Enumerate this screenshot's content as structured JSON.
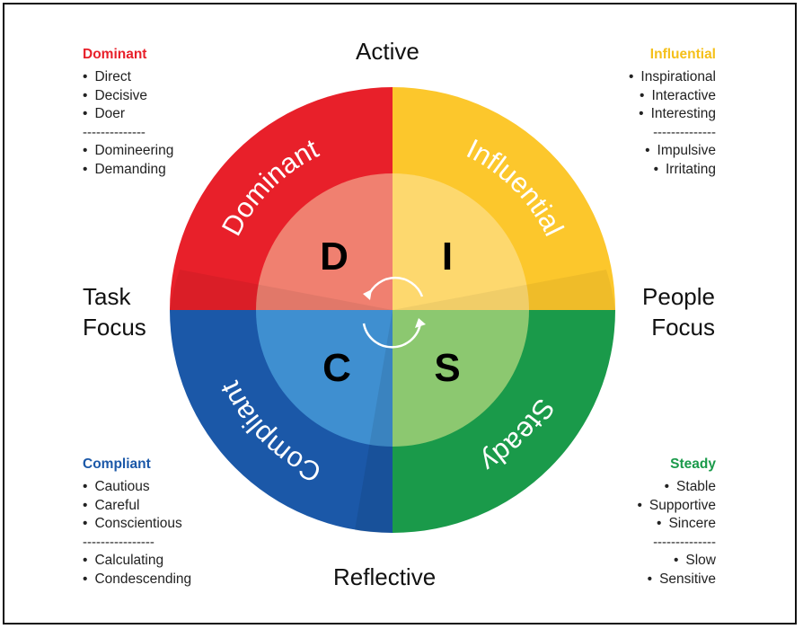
{
  "axes": {
    "top": "Active",
    "bottom": "Reflective",
    "left_line1": "Task",
    "left_line2": "Focus",
    "right_line1": "People",
    "right_line2": "Focus"
  },
  "quadrants": {
    "dominant": {
      "title": "Dominant",
      "letter": "D",
      "color": "#e8202a",
      "inner_color": "#f08070",
      "traits": [
        "Direct",
        "Decisive",
        "Doer"
      ],
      "weaknesses": [
        "Domineering",
        "Demanding"
      ],
      "separator": "--------------"
    },
    "influential": {
      "title": "Influential",
      "letter": "I",
      "color": "#fcc72c",
      "inner_color": "#fdd86e",
      "traits": [
        "Inspirational",
        "Interactive",
        "Interesting"
      ],
      "weaknesses": [
        "Impulsive",
        "Irritating"
      ],
      "separator": "--------------"
    },
    "steady": {
      "title": "Steady",
      "letter": "S",
      "color": "#1a9a4a",
      "inner_color": "#8cc870",
      "traits": [
        "Stable",
        "Supportive",
        "Sincere"
      ],
      "weaknesses": [
        "Slow",
        "Sensitive"
      ],
      "separator": "--------------"
    },
    "compliant": {
      "title": "Compliant",
      "letter": "C",
      "color": "#1b58a8",
      "inner_color": "#3f8fd0",
      "traits": [
        "Cautious",
        "Careful",
        "Conscientious"
      ],
      "weaknesses": [
        "Calculating",
        "Condescending"
      ],
      "separator": "----------------"
    }
  },
  "title_colors": {
    "dominant": "#e8202a",
    "influential": "#f5c01a",
    "steady": "#1a9a4a",
    "compliant": "#1b58a8"
  },
  "icons": {
    "center": "rotate-arrows-icon"
  }
}
